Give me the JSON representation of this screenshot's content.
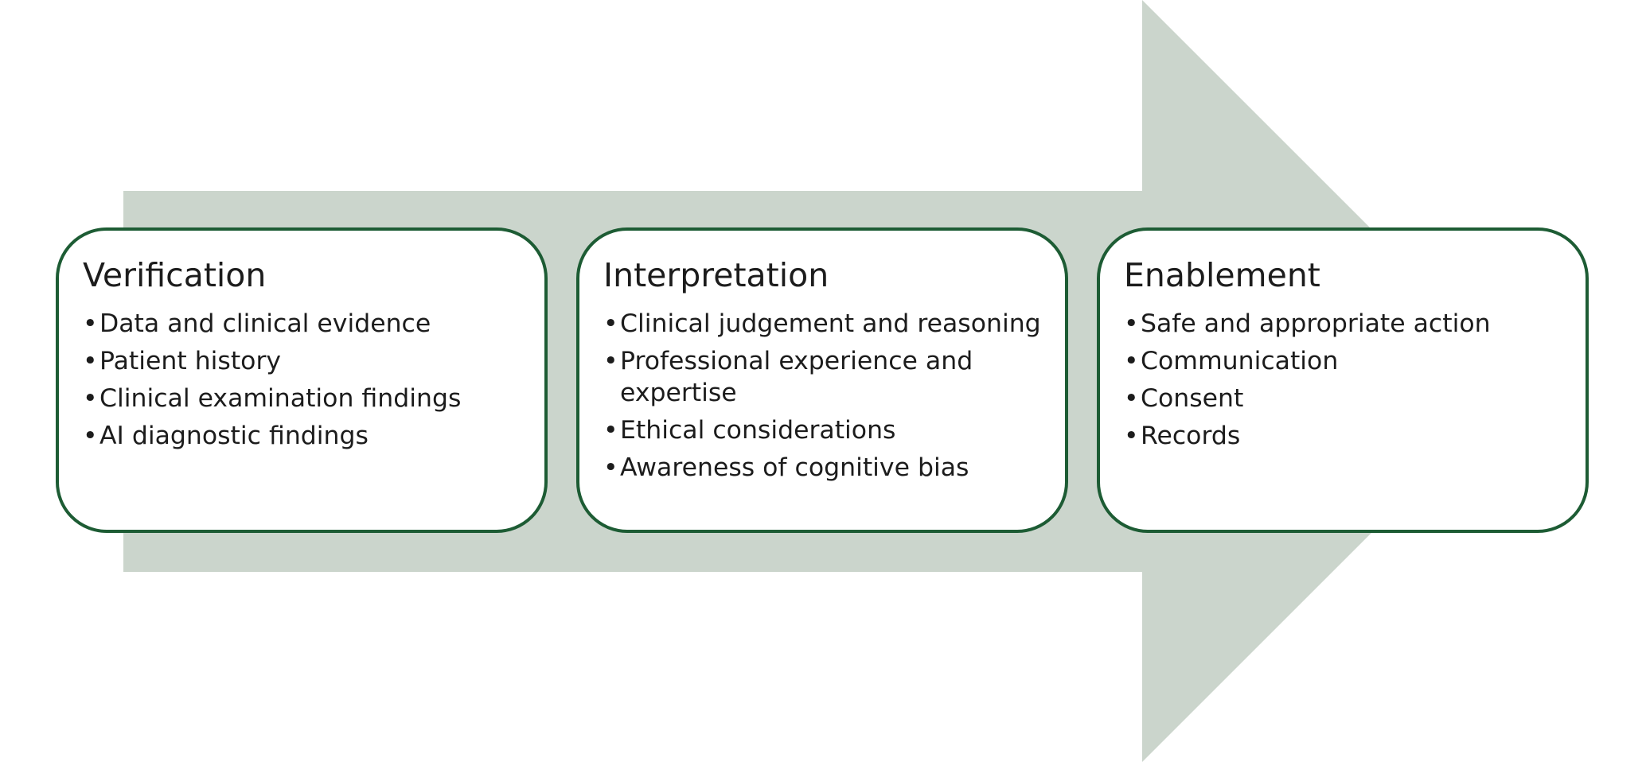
{
  "colors": {
    "arrow": "#cbd5cc",
    "box_border": "#1d5c34",
    "box_fill": "#ffffff",
    "text": "#1c1c1c"
  },
  "diagram": {
    "type": "process-arrow",
    "bullet_char": "•",
    "stages": [
      {
        "title": "Verification",
        "items": [
          "Data and clinical evidence",
          "Patient history",
          "Clinical examination findings",
          "AI diagnostic findings"
        ]
      },
      {
        "title": "Interpretation",
        "items": [
          "Clinical judgement and reasoning",
          "Professional experience and expertise",
          "Ethical considerations",
          "Awareness of cognitive bias"
        ]
      },
      {
        "title": "Enablement",
        "items": [
          "Safe and appropriate action",
          "Communication",
          "Consent",
          "Records"
        ]
      }
    ]
  }
}
